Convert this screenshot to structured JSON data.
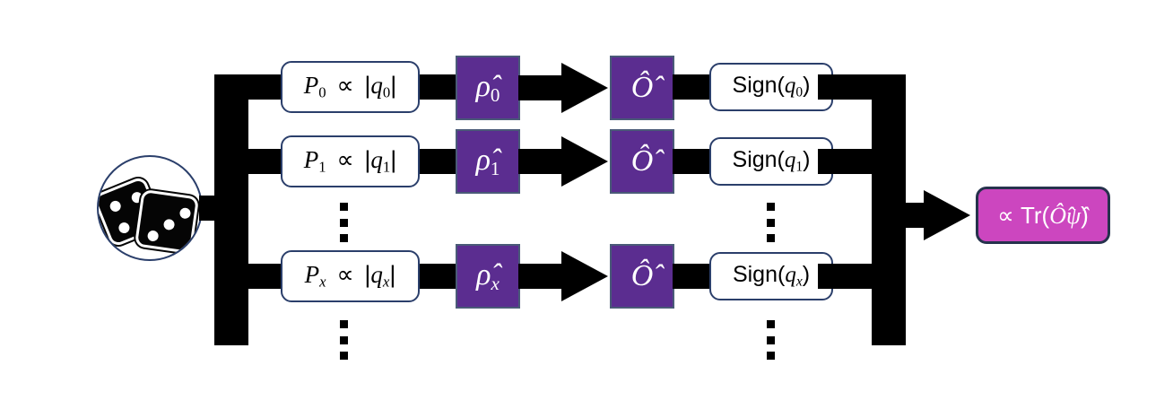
{
  "diagram": {
    "title": "Quantum observable estimation by sampling pipeline",
    "colors": {
      "operator_purple": "#5B2D90",
      "result_magenta": "#CC46BF",
      "wire_black": "#000000",
      "box_border_navy": "#2B3F6B"
    },
    "source": {
      "name": "dice-sampler",
      "icon": "dice-icon",
      "label": ""
    },
    "rows": [
      {
        "id": "row-0",
        "probability": {
          "P": "P",
          "sub": "0",
          "rel": "∝",
          "q": "|q",
          "qsub": "0",
          "qclose": "|"
        },
        "state": {
          "symbol": "ρ̂",
          "sub": "0"
        },
        "observable": {
          "symbol": "Ô"
        },
        "sign": {
          "prefix": "Sign(",
          "q": "q",
          "sub": "0",
          "suffix": ")"
        }
      },
      {
        "id": "row-1",
        "probability": {
          "P": "P",
          "sub": "1",
          "rel": "∝",
          "q": "|q",
          "qsub": "1",
          "qclose": "|"
        },
        "state": {
          "symbol": "ρ̂",
          "sub": "1"
        },
        "observable": {
          "symbol": "Ô"
        },
        "sign": {
          "prefix": "Sign(",
          "q": "q",
          "sub": "1",
          "suffix": ")"
        }
      },
      {
        "id": "row-x",
        "probability": {
          "P": "P",
          "sub": "x",
          "rel": "∝",
          "q": "|q",
          "qsub": "x",
          "qclose": "|"
        },
        "state": {
          "symbol": "ρ̂",
          "sub": "x"
        },
        "observable": {
          "symbol": "Ô"
        },
        "sign": {
          "prefix": "Sign(",
          "q": "q",
          "sub": "x",
          "suffix": ")"
        }
      }
    ],
    "ellipses": {
      "glyph": "⋮",
      "label": "vertical-ellipsis"
    },
    "result": {
      "rel": "∝",
      "expr": "Tr(",
      "operator": "Ô",
      "state": "ψ̂",
      "close": ")"
    }
  }
}
